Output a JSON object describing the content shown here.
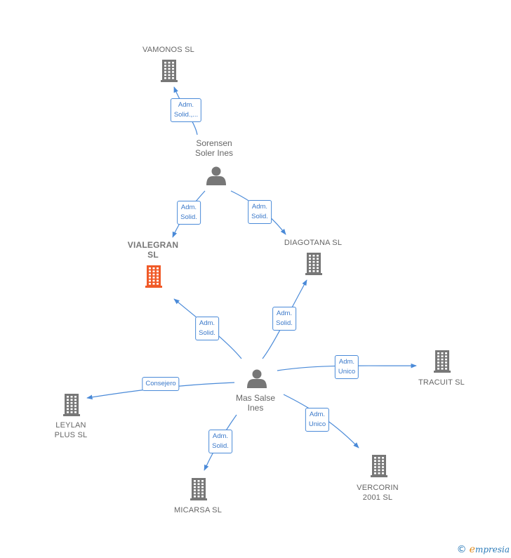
{
  "colors": {
    "edge": "#4a8ad8",
    "company": "#777777",
    "focus_company": "#f05a28",
    "person": "#777777"
  },
  "nodes": [
    {
      "id": "vamonos",
      "kind": "company",
      "label": "VAMONOS SL"
    },
    {
      "id": "sorensen",
      "kind": "person",
      "label": "Sorensen\nSoler Ines"
    },
    {
      "id": "vialegran",
      "kind": "focus-company",
      "label": "VIALEGRAN\nSL"
    },
    {
      "id": "diagotana",
      "kind": "company",
      "label": "DIAGOTANA  SL"
    },
    {
      "id": "tracuit",
      "kind": "company",
      "label": "TRACUIT  SL"
    },
    {
      "id": "massalse",
      "kind": "person",
      "label": "Mas Salse\nInes"
    },
    {
      "id": "leylan",
      "kind": "company",
      "label": "LEYLAN\nPLUS SL"
    },
    {
      "id": "micarsa",
      "kind": "company",
      "label": "MICARSA SL"
    },
    {
      "id": "vercorin",
      "kind": "company",
      "label": "VERCORIN\n2001  SL"
    }
  ],
  "edges": [
    {
      "from": "sorensen",
      "to": "vamonos",
      "label": "Adm.\nSolid.,..."
    },
    {
      "from": "sorensen",
      "to": "vialegran",
      "label": "Adm.\nSolid."
    },
    {
      "from": "sorensen",
      "to": "diagotana",
      "label": "Adm.\nSolid."
    },
    {
      "from": "massalse",
      "to": "vialegran",
      "label": "Adm.\nSolid."
    },
    {
      "from": "massalse",
      "to": "diagotana",
      "label": "Adm.\nSolid."
    },
    {
      "from": "massalse",
      "to": "tracuit",
      "label": "Adm.\nUnico"
    },
    {
      "from": "massalse",
      "to": "leylan",
      "label": "Consejero"
    },
    {
      "from": "massalse",
      "to": "micarsa",
      "label": "Adm.\nSolid."
    },
    {
      "from": "massalse",
      "to": "vercorin",
      "label": "Adm.\nUnico"
    }
  ],
  "footer": {
    "copyright_symbol": "©",
    "brand_initial": "e",
    "brand_rest": "mpresia"
  }
}
